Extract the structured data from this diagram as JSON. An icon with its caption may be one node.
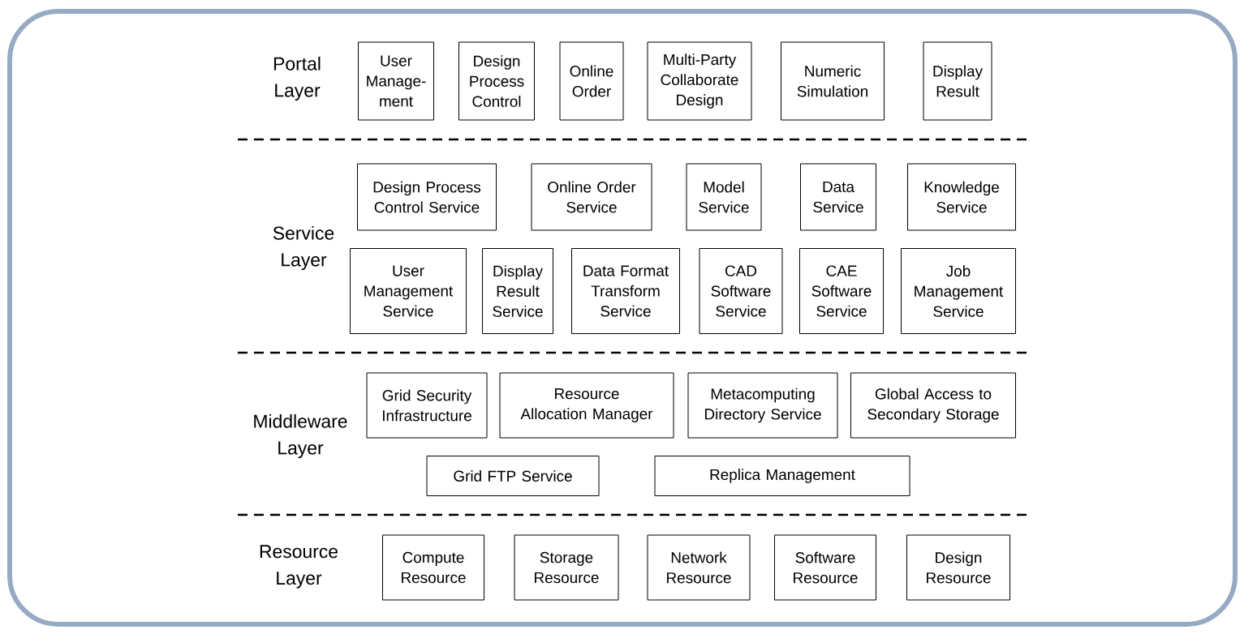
{
  "diagram": {
    "nodes": [
      {
        "text": [
          "User Manage-ment"
        ]
      },
      {
        "text": [
          "Design Process Control"
        ]
      },
      {
        "text": [
          "Online Order"
        ]
      },
      {
        "text": [
          "Multi-Party Collaborate Design"
        ]
      },
      {
        "text": [
          "Numeric Simulation"
        ]
      },
      {
        "text": [
          "Display Result"
        ]
      },
      {
        "text": [
          "Design Process Control Service"
        ]
      },
      {
        "text": [
          "Online Order Service"
        ]
      },
      {
        "text": [
          "Model Service"
        ]
      },
      {
        "text": [
          "Data Service"
        ]
      },
      {
        "text": [
          "Knowledge Service"
        ]
      },
      {
        "text": [
          "User Management Service"
        ]
      },
      {
        "text": [
          "Display Result Service"
        ]
      },
      {
        "text": [
          "Data Format Transform Service"
        ]
      },
      {
        "text": [
          "CAD Software Service"
        ]
      },
      {
        "text": [
          "CAE Software Service"
        ]
      },
      {
        "text": [
          "Job Management Service"
        ]
      },
      {
        "text": [
          "Grid Security Infrastructure"
        ]
      },
      {
        "text": [
          "Resource Allocation Manager"
        ]
      },
      {
        "text": [
          "Metacomputing Directory Service"
        ]
      },
      {
        "text": [
          "Global Access to Secondary Storage"
        ]
      },
      {
        "text": [
          "Grid FTP Service"
        ]
      },
      {
        "text": [
          "Replica Management"
        ]
      },
      {
        "text": [
          "Compute Resource"
        ]
      },
      {
        "text": [
          "Storage Resource"
        ]
      },
      {
        "text": [
          "Network Resource"
        ]
      },
      {
        "text": [
          "Software Resource"
        ]
      },
      {
        "text": [
          "Design Resource"
        ]
      }
    ],
    "labels": [
      "Portal Layer",
      "Service Layer",
      "Middleware Layer",
      "Resource Layer"
    ]
  }
}
